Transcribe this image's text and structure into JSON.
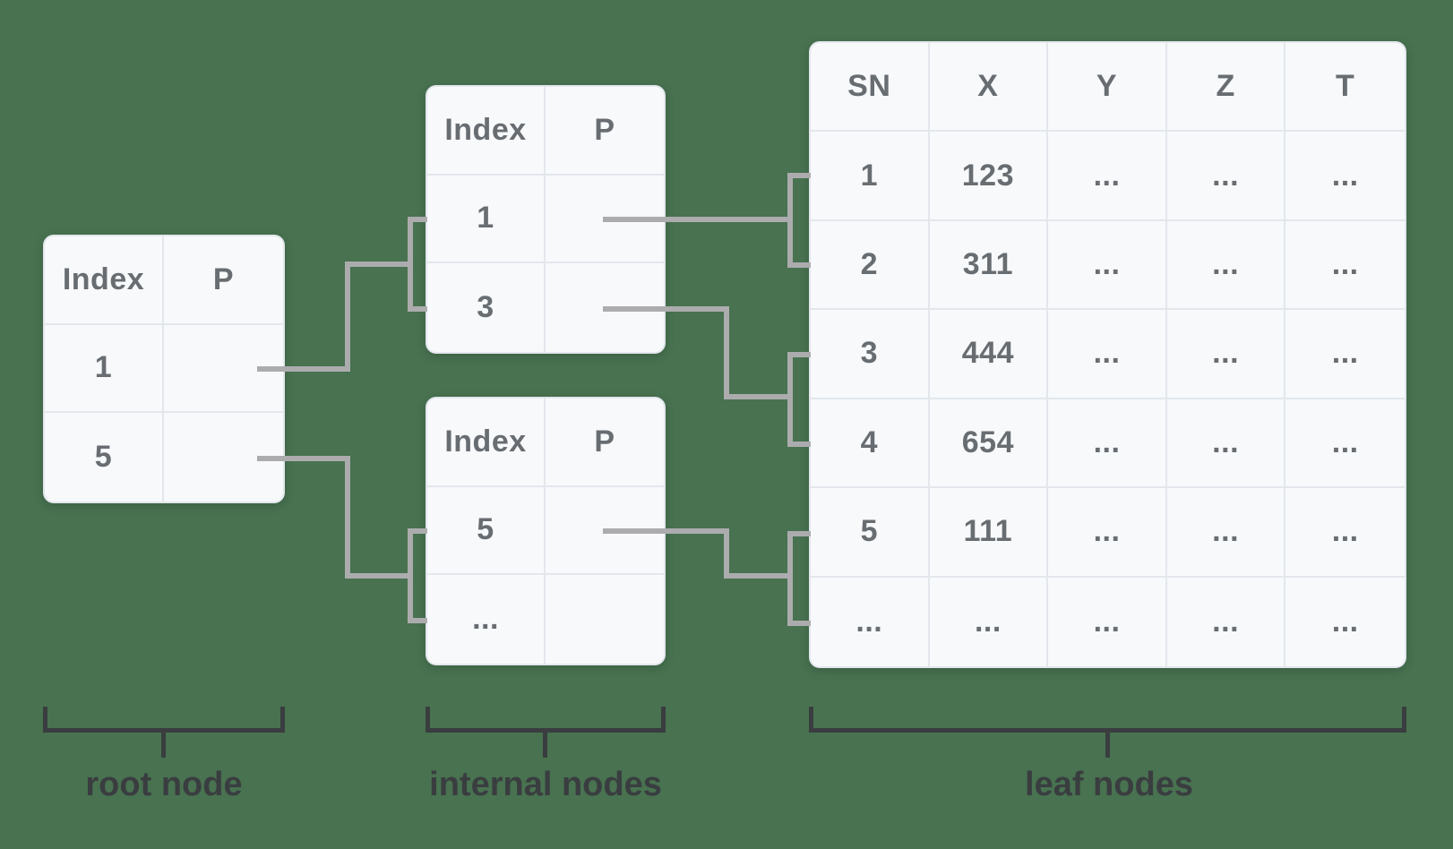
{
  "colors": {
    "background": "#487250",
    "table_fill": "#f7f9fb",
    "grid_line": "#e3e7ec",
    "cell_text": "#686d72",
    "connector_line": "#acacae",
    "brace_line": "#3a3d3f",
    "label_text": "#3a3d40"
  },
  "root_table": {
    "headers": [
      "Index",
      "P"
    ],
    "rows": [
      [
        "1",
        ""
      ],
      [
        "5",
        ""
      ]
    ]
  },
  "internal_tables": [
    {
      "headers": [
        "Index",
        "P"
      ],
      "rows": [
        [
          "1",
          ""
        ],
        [
          "3",
          ""
        ]
      ]
    },
    {
      "headers": [
        "Index",
        "P"
      ],
      "rows": [
        [
          "5",
          ""
        ],
        [
          "...",
          ""
        ]
      ]
    }
  ],
  "leaf_table": {
    "headers": [
      "SN",
      "X",
      "Y",
      "Z",
      "T"
    ],
    "rows": [
      [
        "1",
        "123",
        "...",
        "...",
        "..."
      ],
      [
        "2",
        "311",
        "...",
        "...",
        "..."
      ],
      [
        "3",
        "444",
        "...",
        "...",
        "..."
      ],
      [
        "4",
        "654",
        "...",
        "...",
        "..."
      ],
      [
        "5",
        "111",
        "...",
        "...",
        "..."
      ],
      [
        "...",
        "...",
        "...",
        "...",
        "..."
      ]
    ]
  },
  "group_labels": {
    "root": "root node",
    "internal": "internal nodes",
    "leaf": "leaf nodes"
  }
}
